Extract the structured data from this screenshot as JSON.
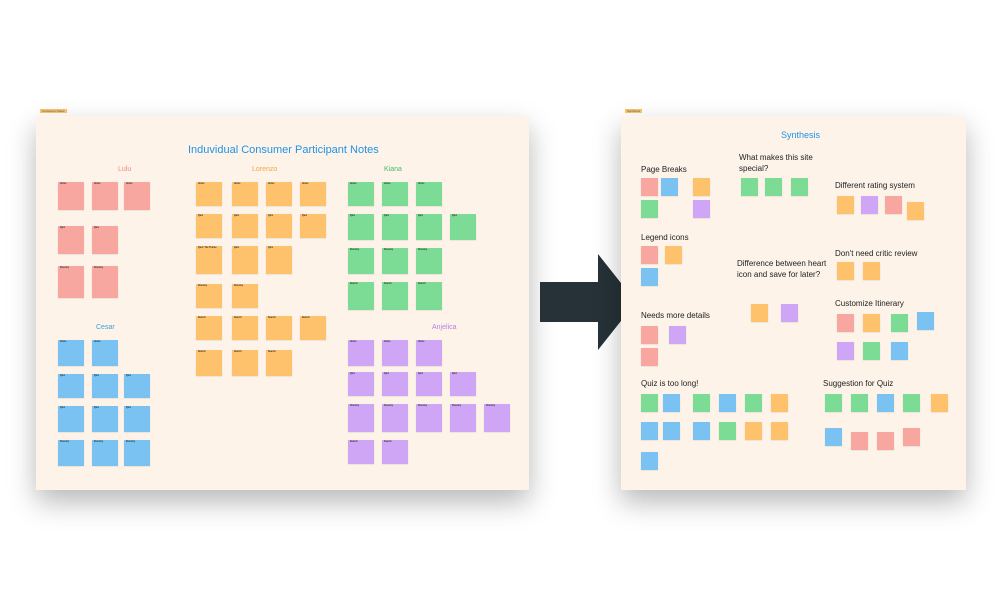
{
  "left_board": {
    "tag": "Consumer Notes",
    "title": "Induvidual Consumer Participant Notes",
    "participants": {
      "lulu": "Lulu",
      "lorenzo": "Lorenzo",
      "kiana": "Kiana",
      "cesar": "Cesar",
      "anjelica": "Anjelica"
    },
    "colors": {
      "lulu": "#f7a6a0",
      "lorenzo": "#fec26c",
      "kiana": "#7cdc95",
      "cesar": "#79c2f1",
      "anjelica": "#cfa6f5",
      "title": "#1f93e6"
    },
    "note_labels": [
      "Home",
      "Quiz",
      "Itinerary",
      "Search",
      "Quiz: The Theme"
    ]
  },
  "right_board": {
    "tag": "Synthesis",
    "title": "Synthesis",
    "headings": {
      "page_breaks": "Page Breaks",
      "what_makes": "What makes this site special?",
      "rating": "Different rating system",
      "legend": "Legend icons",
      "difference": "Difference between heart icon and save for later?",
      "critic": "Don't need critic review",
      "details": "Needs more details",
      "itinerary": "Customize Itinerary",
      "quiz_long": "Quiz is too long!",
      "suggestion": "Suggestion for Quiz"
    }
  }
}
